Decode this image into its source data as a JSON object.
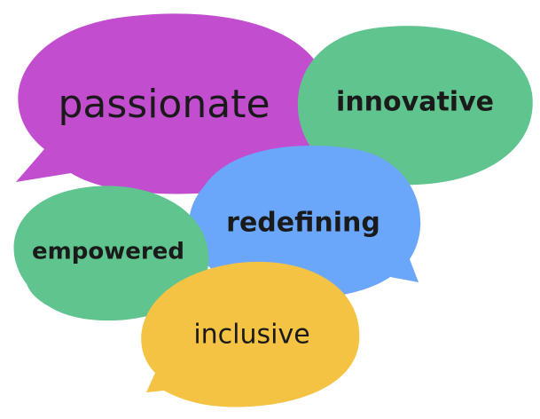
{
  "bubbles": [
    {
      "id": "passionate",
      "label": "passionate",
      "color": "#c24dcf"
    },
    {
      "id": "innovative",
      "label": "innovative",
      "color": "#5fc48d"
    },
    {
      "id": "redefining",
      "label": "redefining",
      "color": "#6aa7fa"
    },
    {
      "id": "empowered",
      "label": "empowered",
      "color": "#5fc48d"
    },
    {
      "id": "inclusive",
      "label": "inclusive",
      "color": "#f4c344"
    }
  ]
}
